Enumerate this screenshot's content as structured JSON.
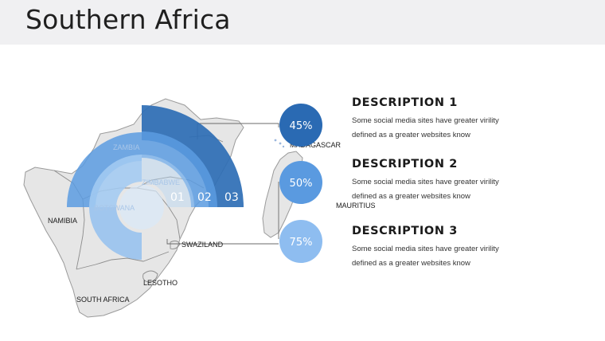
{
  "slide": {
    "title": "Southern Africa"
  },
  "map": {
    "labels": {
      "namibia": "NAMIBIA",
      "south_africa": "SOUTH AFRICA",
      "lesotho": "LESOTHO",
      "swaziland": "SWAZILAND",
      "madagascar": "MADAGASCAR",
      "mauritius": "MAURITIUS",
      "zambia": "ZAMBIA",
      "zimbabwe": "ZIMBABWE",
      "botswana": "BOTSWANA"
    },
    "arc_numbers": [
      "01",
      "02",
      "03"
    ],
    "colors": {
      "land": "#e6e6e6",
      "border": "#8c8c8c",
      "dark_blue": "#2e6eb5",
      "mid_blue": "#5b9be0",
      "light_blue": "#8cbcf0"
    }
  },
  "circles": [
    {
      "value": "45%",
      "color": "#2a6ab3"
    },
    {
      "value": "50%",
      "color": "#5a9ae0"
    },
    {
      "value": "75%",
      "color": "#8ebdf0"
    }
  ],
  "descriptions": [
    {
      "heading": "DESCRIPTION 1",
      "body": "Some social media sites have greater virility defined as a greater websites know"
    },
    {
      "heading": "DESCRIPTION 2",
      "body": "Some social media sites have greater virility defined as a greater websites know"
    },
    {
      "heading": "DESCRIPTION 3",
      "body": "Some social media sites have greater virility defined as a greater websites know"
    }
  ]
}
